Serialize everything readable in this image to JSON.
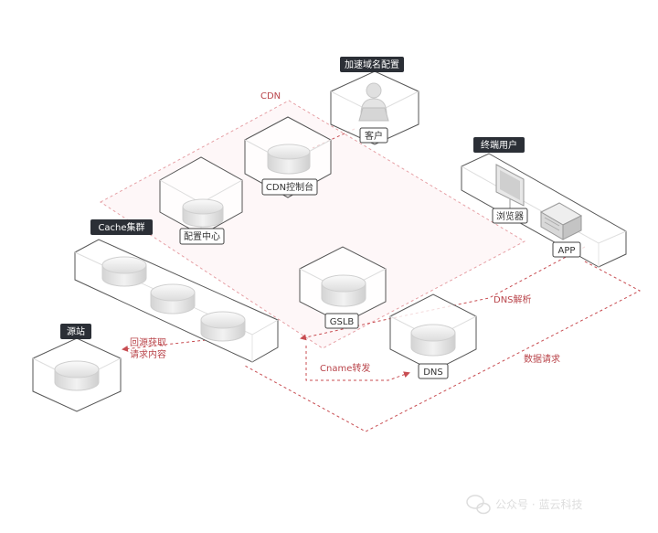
{
  "colors": {
    "accent_red": "#c84d52",
    "label_dark": "#2b2f36",
    "box_stroke": "#555555",
    "cylinder": "#e9e9e9"
  },
  "zones": {
    "cdn": "CDN"
  },
  "groups": {
    "acceleration_domain_config": "加速域名配置",
    "end_user": "终端用户",
    "cache_cluster": "Cache集群",
    "origin": "源站"
  },
  "nodes": {
    "customer": "客户",
    "cdn_console": "CDN控制台",
    "config_center": "配置中心",
    "browser": "浏览器",
    "app": "APP",
    "gslb": "GSLB",
    "dns": "DNS"
  },
  "flows": {
    "dns_resolution": "DNS解析",
    "cname_forward": "Cname转发",
    "data_request": "数据请求",
    "back_to_origin_line1": "回源获取",
    "back_to_origin_line2": "请求内容"
  },
  "icons": {
    "customer": "person-at-laptop-icon",
    "browser": "monitor-icon",
    "app": "server-device-icon",
    "watermark": "wechat-icon"
  },
  "watermark": {
    "text": "公众号 · 蓝云科技"
  }
}
